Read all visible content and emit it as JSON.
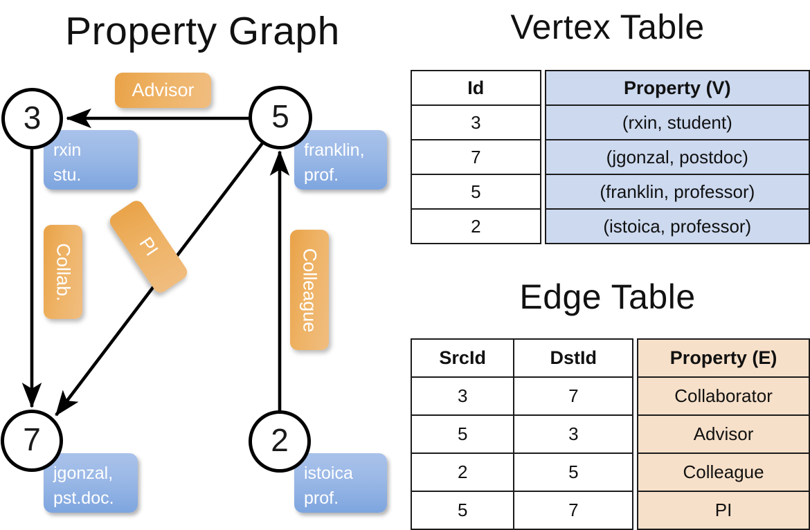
{
  "titles": {
    "property_graph": "Property Graph",
    "vertex_table": "Vertex Table",
    "edge_table": "Edge Table"
  },
  "graph": {
    "nodes": [
      {
        "id": "3",
        "property_lines": [
          "rxin",
          "stu."
        ]
      },
      {
        "id": "5",
        "property_lines": [
          "franklin,",
          "prof."
        ]
      },
      {
        "id": "7",
        "property_lines": [
          "jgonzal,",
          "pst.doc."
        ]
      },
      {
        "id": "2",
        "property_lines": [
          "istoica",
          "prof."
        ]
      }
    ],
    "edge_labels": [
      {
        "name": "advisor-label",
        "text": "Advisor",
        "orientation": "horizontal"
      },
      {
        "name": "collab-label",
        "text": "Collab.",
        "orientation": "vertical"
      },
      {
        "name": "pi-label",
        "text": "PI",
        "orientation": "rotated"
      },
      {
        "name": "colleague-label",
        "text": "Colleague",
        "orientation": "vertical"
      }
    ],
    "edges": [
      {
        "from": "5",
        "to": "3",
        "label": "Advisor"
      },
      {
        "from": "3",
        "to": "7",
        "label": "Collab."
      },
      {
        "from": "5",
        "to": "7",
        "label": "PI"
      },
      {
        "from": "2",
        "to": "5",
        "label": "Colleague"
      }
    ]
  },
  "vertex_table": {
    "headers": [
      "Id",
      "Property (V)"
    ],
    "rows": [
      {
        "id": "3",
        "property": "(rxin, student)"
      },
      {
        "id": "7",
        "property": "(jgonzal, postdoc)"
      },
      {
        "id": "5",
        "property": "(franklin, professor)"
      },
      {
        "id": "2",
        "property": "(istoica, professor)"
      }
    ]
  },
  "edge_table": {
    "headers": [
      "SrcId",
      "DstId",
      "Property (E)"
    ],
    "rows": [
      {
        "src": "3",
        "dst": "7",
        "property": "Collaborator"
      },
      {
        "src": "5",
        "dst": "3",
        "property": "Advisor"
      },
      {
        "src": "2",
        "dst": "5",
        "property": "Colleague"
      },
      {
        "src": "5",
        "dst": "7",
        "property": "PI"
      }
    ]
  },
  "colors": {
    "vertex_accent": "#ccd9ef",
    "edge_accent": "#f7e0c9",
    "node_box_blue": "#9ab8e6",
    "edge_label_orange": "#eeb264",
    "line": "#000000"
  }
}
